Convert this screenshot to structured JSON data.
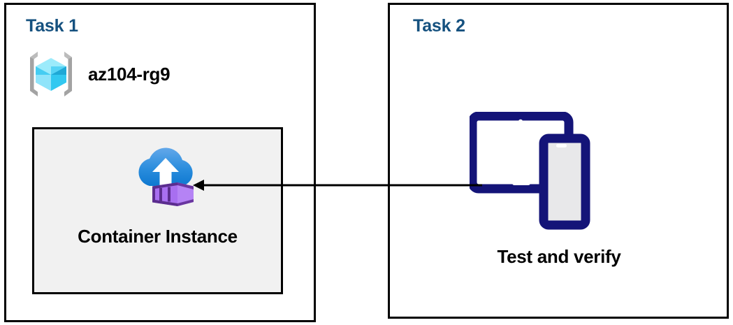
{
  "diagram": {
    "title": "Azure container instance task diagram",
    "background": "#ffffff",
    "panels": [
      {
        "id": "task1",
        "title": "Task 1",
        "title_color": "#15517f",
        "border_color": "#000000",
        "resource_group": {
          "label": "az104-rg9",
          "icon": "azure-resource-group-icon",
          "bracket_color": "#a3a3a3",
          "cube_colors": [
            "#9cebfb",
            "#32c8f0",
            "#1fa8d6",
            "#6fdcf7"
          ]
        },
        "card": {
          "label": "Container Instance",
          "icon": "azure-container-instance-icon",
          "background": "#f1f1f1",
          "border_color": "#000000",
          "cloud_colors": [
            "#5aa0e8",
            "#0f7bd4"
          ],
          "container_colors": [
            "#5b2d8e",
            "#a86ff0",
            "#8f52d6",
            "#b583f5"
          ]
        }
      },
      {
        "id": "task2",
        "title": "Task 2",
        "title_color": "#15517f",
        "border_color": "#000000",
        "device": {
          "label": "Test and verify",
          "icon": "tablet-and-phone-icon",
          "frame_color": "#141478",
          "screen_color": "#e8e8ea"
        }
      }
    ],
    "connector": {
      "name": "arrow-task2-to-task1",
      "direction": "left",
      "color": "#000000",
      "from": "Test and verify",
      "to": "Container Instance"
    }
  }
}
